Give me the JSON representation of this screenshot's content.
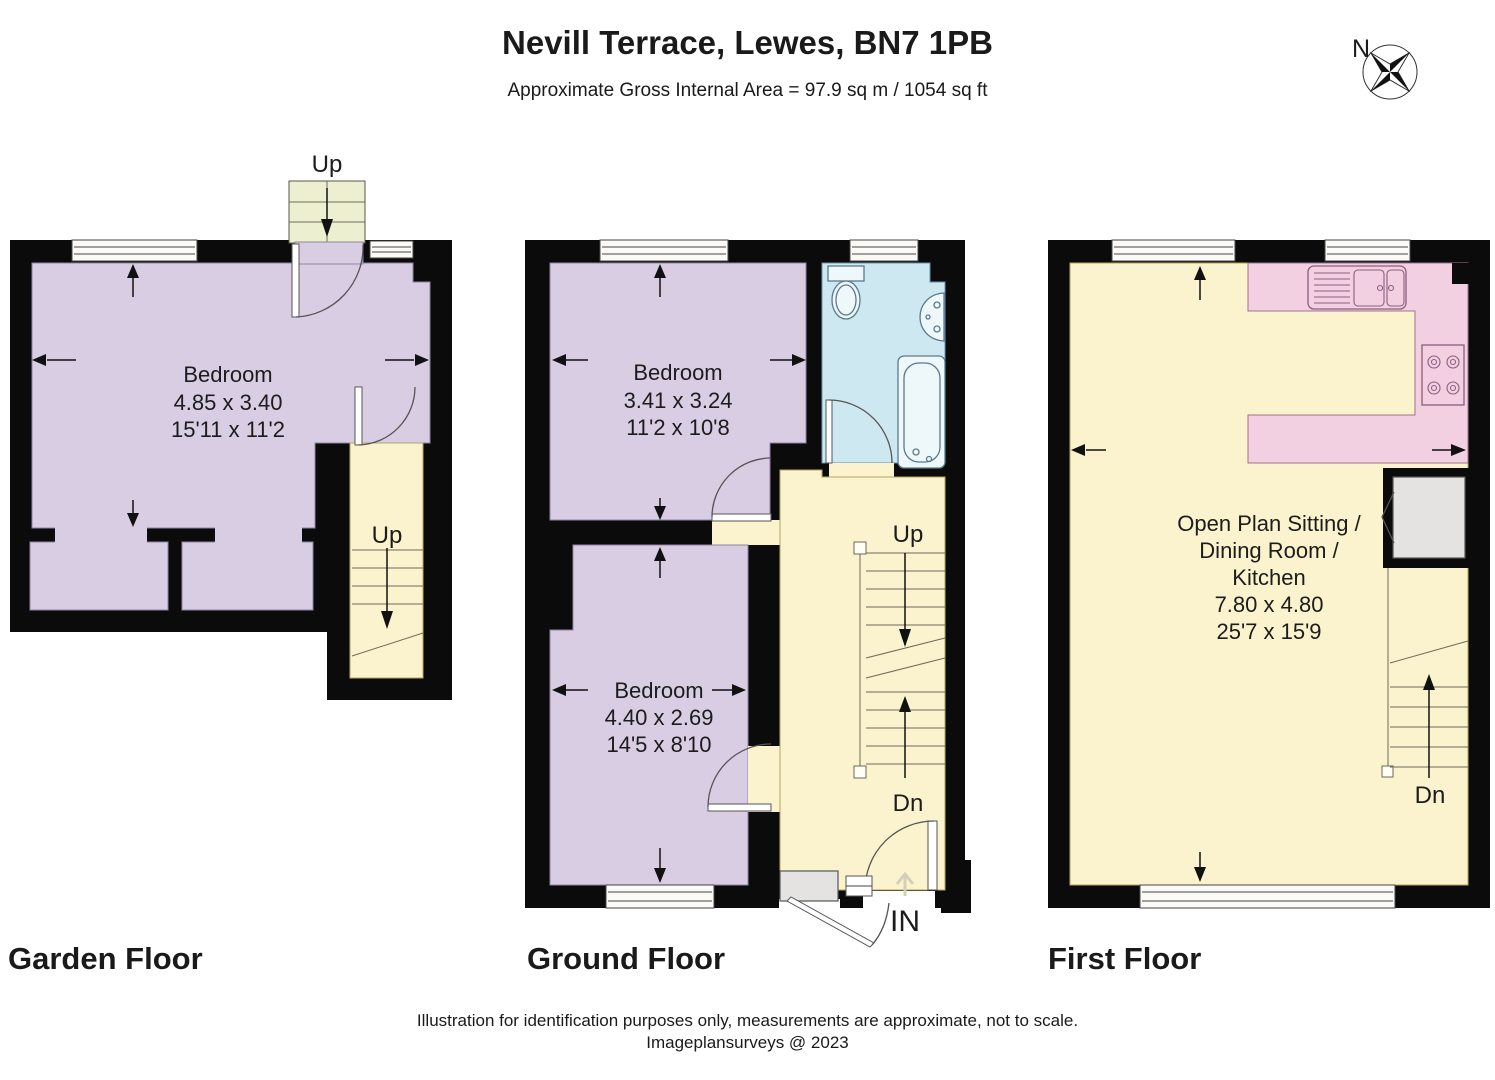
{
  "header": {
    "title": "Nevill Terrace, Lewes, BN7 1PB",
    "subtitle": "Approximate Gross Internal Area = 97.9 sq m / 1054 sq ft"
  },
  "compass": {
    "north_label": "N"
  },
  "floors": {
    "garden": {
      "label": "Garden Floor",
      "bedroom": {
        "name": "Bedroom",
        "metric": "4.85 x 3.40",
        "imperial": "15'11 x 11'2"
      },
      "external_stairs_label": "Up",
      "stairs_label": "Up"
    },
    "ground": {
      "label": "Ground Floor",
      "bedroom_front": {
        "name": "Bedroom",
        "metric": "3.41 x 3.24",
        "imperial": "11'2 x 10'8"
      },
      "bedroom_back": {
        "name": "Bedroom",
        "metric": "4.40 x 2.69",
        "imperial": "14'5 x 8'10"
      },
      "stairs_up_label": "Up",
      "stairs_down_label": "Dn",
      "entrance_label": "IN"
    },
    "first": {
      "label": "First Floor",
      "open_plan": {
        "name_line1": "Open Plan Sitting /",
        "name_line2": "Dining Room /",
        "name_line3": "Kitchen",
        "metric": "7.80 x 4.80",
        "imperial": "25'7 x 15'9"
      },
      "stairs_down_label": "Dn"
    }
  },
  "footer": {
    "disclaimer": "Illustration for identification purposes only, measurements are approximate, not to scale.",
    "credit": "Imageplansurveys @ 2023"
  },
  "colors": {
    "wall": "#0b0b0b",
    "bedroom_fill": "#d9cde4",
    "hall_stairs_fill": "#faf3cd",
    "external_steps_fill": "#edf0d0",
    "bathroom_fill": "#cde8f1",
    "kitchen_fill": "#f3cfe2",
    "cupboard_fill": "#e4e3e1"
  },
  "icons": {
    "compass": "compass-rose",
    "toilet": "toilet-top-view",
    "basin": "basin-top-view",
    "bath": "bathtub-top-view",
    "kitchen_sink": "double-sink-drainer",
    "hob": "four-ring-hob"
  }
}
